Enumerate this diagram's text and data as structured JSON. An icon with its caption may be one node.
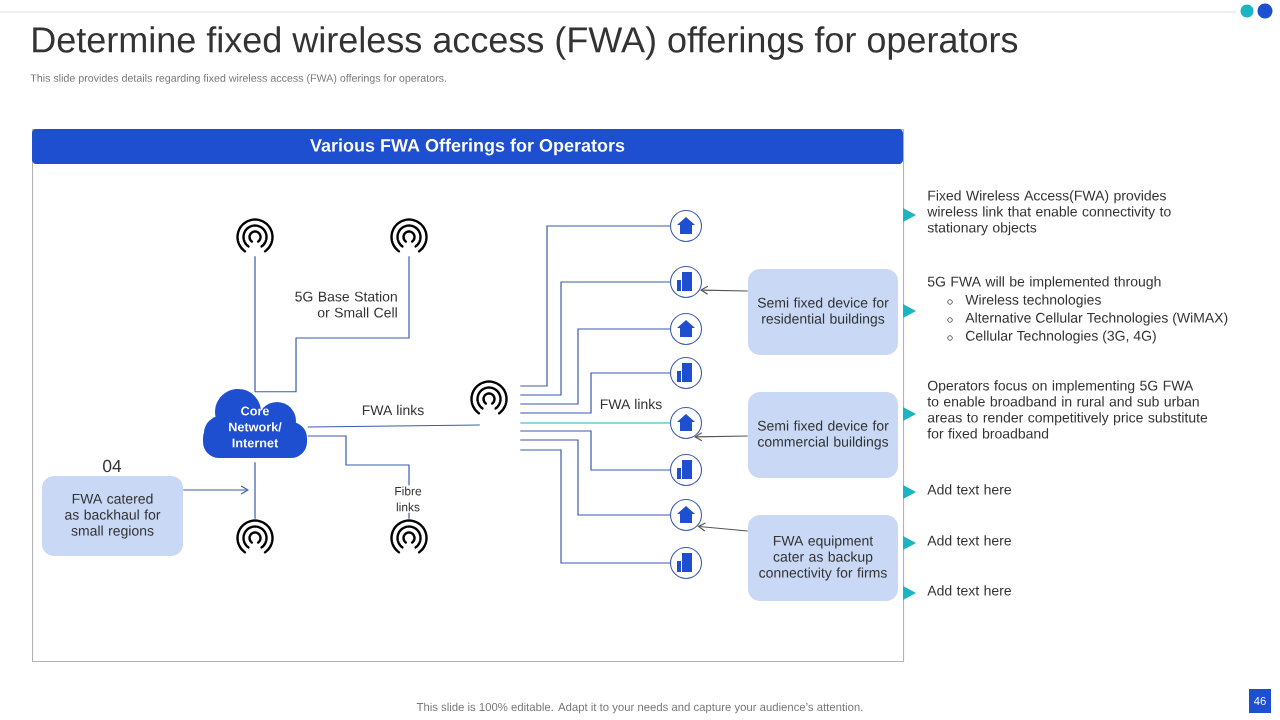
{
  "diagram": {
    "title": "Determine fixed wireless access (FWA) offerings for operators",
    "nodes": [
      {
        "text": [
          "Various FWA Offerings for Operators"
        ]
      },
      {
        "text": [
          "Core Network/ Internet"
        ],
        "in": 0
      },
      {
        "text": [],
        "shape": "antenna",
        "in": 0
      },
      {
        "text": [],
        "shape": "antenna",
        "in": 0
      },
      {
        "text": [],
        "shape": "antenna",
        "in": 0
      },
      {
        "text": [],
        "shape": "antenna",
        "in": 0
      },
      {
        "text": [],
        "shape": "antenna",
        "in": 0
      },
      {
        "text": [],
        "shape": "circle",
        "in": 0
      },
      {
        "text": [],
        "shape": "circle",
        "in": 0
      },
      {
        "text": [],
        "shape": "circle",
        "in": 0
      },
      {
        "text": [],
        "shape": "circle",
        "in": 0
      },
      {
        "text": [],
        "shape": "circle",
        "in": 0
      },
      {
        "text": [],
        "shape": "circle",
        "in": 0
      },
      {
        "text": [],
        "shape": "circle",
        "in": 0
      },
      {
        "text": [],
        "shape": "circle",
        "in": 0
      },
      {
        "text": [
          "Semi fixed device for residential buildings"
        ],
        "in": 0
      },
      {
        "text": [
          "Semi fixed device for commercial buildings"
        ],
        "in": 0
      },
      {
        "text": [
          "FWA equipment cater as backup connectivity for firms"
        ],
        "in": 0
      },
      {
        "text": [
          "FWA catered as backhaul for small regions"
        ],
        "beside": [
          "04"
        ],
        "in": 0
      }
    ],
    "edges": [
      {
        "from": 1,
        "to": 2,
        "arrow": "none"
      },
      {
        "from": 1,
        "to": 3,
        "arrow": "none"
      },
      {
        "from": 1,
        "to": 4,
        "arrow": "none"
      },
      {
        "from": 1,
        "to": 5,
        "arrow": "none",
        "label": "Fibre links"
      },
      {
        "from": 1,
        "to": 6,
        "arrow": "none",
        "label": "FWA links"
      },
      {
        "from": 6,
        "to": 7,
        "arrow": "none"
      },
      {
        "from": 6,
        "to": 8,
        "arrow": "none"
      },
      {
        "from": 6,
        "to": 9,
        "arrow": "none"
      },
      {
        "from": 6,
        "to": 10,
        "arrow": "none"
      },
      {
        "from": 6,
        "to": 11,
        "arrow": "none",
        "label": "FWA links",
        "color": "#19b5c2"
      },
      {
        "from": 6,
        "to": 12,
        "arrow": "none"
      },
      {
        "from": 6,
        "to": 13,
        "arrow": "none"
      },
      {
        "from": 6,
        "to": 14,
        "arrow": "none"
      },
      {
        "from": 15,
        "to": 8,
        "arrow": "to",
        "color": "#555555"
      },
      {
        "from": 16,
        "to": 11,
        "arrow": "to",
        "color": "#555555"
      },
      {
        "from": 17,
        "to": 13,
        "arrow": "to",
        "color": "#555555"
      },
      {
        "from": 18,
        "to": null,
        "arrow": "to"
      }
    ],
    "labels": [
      "This slide provides details regarding fixed wireless access (FWA) offerings for operators.",
      "5G Base Station or Small Cell",
      "Fixed Wireless Access(FWA) provides wireless link that enable connectivity to stationary objects",
      "5G FWA will be implemented through",
      "Wireless technologies",
      "Alternative Cellular Technologies (WiMAX)",
      "Cellular Technologies (3G, 4G)",
      "Operators focus on implementing 5G FWA to enable broadband in rural and sub urban areas to render competitively price substitute for fixed broadband",
      "Add text here",
      "Add text here",
      "Add text here",
      "This slide is 100% editable. Adapt it to your needs and capture your audience’s attention.",
      "46"
    ]
  }
}
